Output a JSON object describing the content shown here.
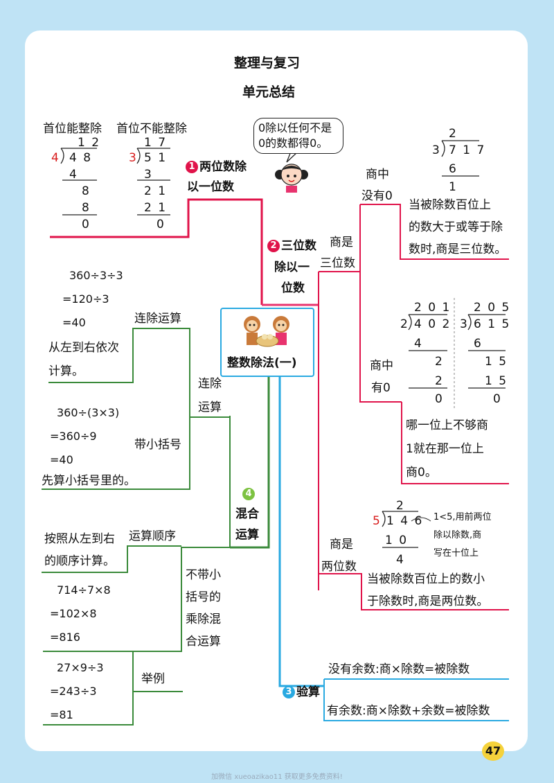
{
  "title": "整理与复习",
  "subtitle": "单元总结",
  "center_topic": "整数除法(一)",
  "bubble_text": [
    "0除以任何不是",
    "0的数都得0。"
  ],
  "branch1": {
    "num": "1",
    "label": [
      "两位数除",
      "以一位数"
    ],
    "case_a": {
      "label": "首位能整除",
      "quotient": "1 2",
      "divisor": "4",
      "dividend": "4 8",
      "steps": [
        "4",
        "8",
        "8",
        "0"
      ]
    },
    "case_b": {
      "label": "首位不能整除",
      "quotient": "1 7",
      "divisor": "3",
      "dividend": "5 1",
      "steps": [
        "3",
        "2 1",
        "2 1",
        "0"
      ]
    }
  },
  "branch2": {
    "num": "2",
    "label": [
      "三位数",
      "除以一",
      "位数"
    ],
    "three_digit": {
      "label": [
        "商是",
        "三位数"
      ],
      "no_zero": {
        "label": [
          "商中",
          "没有0"
        ],
        "quotient": "2",
        "divisor": "3",
        "dividend": "7 1 7",
        "steps": [
          "6",
          "1"
        ],
        "rule": [
          "当被除数百位上",
          "的数大于或等于除",
          "数时,商是三位数。"
        ]
      },
      "with_zero": {
        "label": [
          "商中",
          "有0"
        ],
        "ex1": {
          "quotient": "2 0 1",
          "divisor": "2",
          "dividend": "4 0 2",
          "steps": [
            "4",
            "2",
            "2",
            "0"
          ]
        },
        "ex2": {
          "quotient": "2 0 5",
          "divisor": "3",
          "dividend": "6 1 5",
          "steps": [
            "6",
            "1 5",
            "1 5",
            "0"
          ]
        },
        "rule": [
          "哪一位上不够商",
          "1就在那一位上",
          "商0。"
        ]
      }
    },
    "two_digit": {
      "label": [
        "商是",
        "两位数"
      ],
      "quotient": "2",
      "divisor": "5",
      "dividend": "1 4 6",
      "steps": [
        "1 0",
        "4"
      ],
      "note": [
        "1<5,用前两位",
        "除以除数,商",
        "写在十位上"
      ],
      "rule": [
        "当被除数百位上的数小",
        "于除数时,商是两位数。"
      ]
    }
  },
  "branch3": {
    "num": "3",
    "label": "验算",
    "items": [
      "没有余数:商×除数=被除数",
      "有余数:商×除数+余数=被除数"
    ]
  },
  "branch4": {
    "num": "4",
    "label": [
      "混合",
      "运算"
    ],
    "continuous": {
      "label": [
        "连除",
        "运算"
      ],
      "seq": {
        "label": "连除运算",
        "lines": [
          "360÷3÷3",
          "=120÷3",
          "=40"
        ],
        "rule": [
          "从左到右依次",
          "计算。"
        ]
      },
      "paren": {
        "label": "带小括号",
        "lines": [
          "360÷(3×3)",
          "=360÷9",
          "=40"
        ],
        "rule": "先算小括号里的。"
      }
    },
    "mixed": {
      "label": [
        "不带小",
        "括号的",
        "乘除混",
        "合运算"
      ],
      "order": {
        "label": "运算顺序",
        "rule": [
          "按照从左到右",
          "的顺序计算。"
        ]
      },
      "example": {
        "label": "举例",
        "a": [
          "714÷7×8",
          "=102×8",
          "=816"
        ],
        "b": [
          "27×9÷3",
          "=243÷3",
          "=81"
        ]
      }
    }
  },
  "page_number": "47",
  "footer_text": "加微信 xueoazikao11 获取更多免费资料!",
  "colors": {
    "red": "#e0134a",
    "blue": "#29a9e1",
    "green": "#3a8a3a",
    "pink": "#e8336e"
  }
}
